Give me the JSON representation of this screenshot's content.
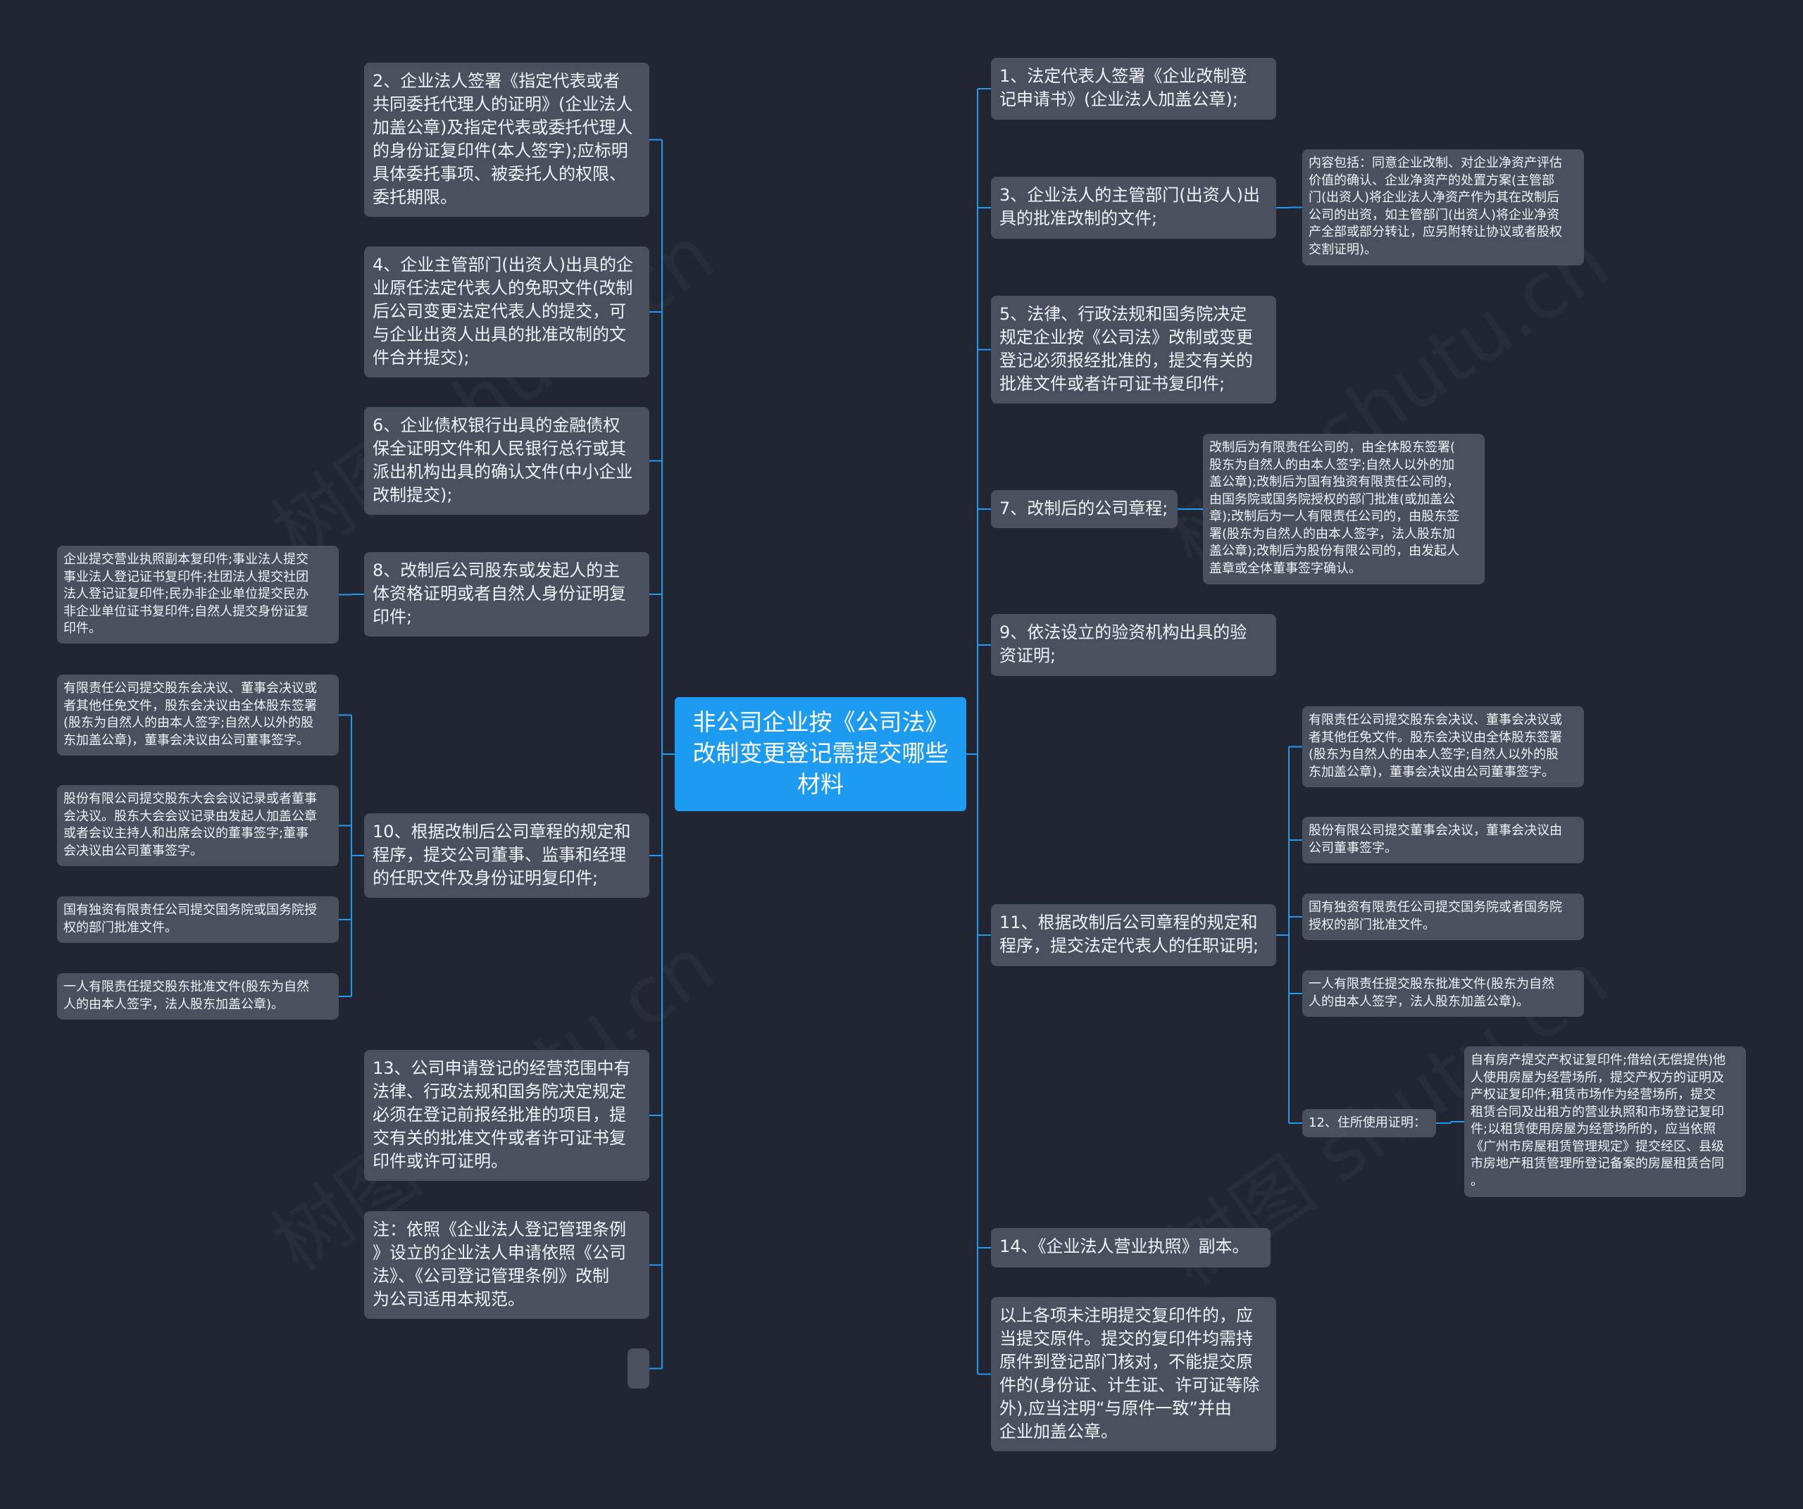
{
  "root": {
    "text": "非公司企业按《公司法》\n改制变更登记需提交哪些\n材料"
  },
  "left": [
    {
      "text": "2、企业法人签署《指定代表或者\n共同委托代理人的证明》(企业法人\n加盖公章)及指定代表或委托代理人\n的身份证复印件(本人签字);应标明\n具体委托事项、被委托人的权限、\n委托期限。",
      "children": []
    },
    {
      "text": "4、企业主管部门(出资人)出具的企\n业原任法定代表人的免职文件(改制\n后公司变更法定代表人的提交，可\n与企业出资人出具的批准改制的文\n件合并提交);",
      "children": []
    },
    {
      "text": "6、企业债权银行出具的金融债权\n保全证明文件和人民银行总行或其\n派出机构出具的确认文件(中小企业\n改制提交);",
      "children": []
    },
    {
      "text": "8、改制后公司股东或发起人的主\n体资格证明或者自然人身份证明复\n印件;",
      "children": [
        {
          "text": "企业提交营业执照副本复印件;事业法人提交\n事业法人登记证书复印件;社团法人提交社团\n法人登记证复印件;民办非企业单位提交民办\n非企业单位证书复印件;自然人提交身份证复\n印件。"
        }
      ]
    },
    {
      "text": "10、根据改制后公司章程的规定和\n程序，提交公司董事、监事和经理\n的任职文件及身份证明复印件;",
      "children": [
        {
          "text": "有限责任公司提交股东会决议、董事会决议或\n者其他任免文件，股东会决议由全体股东签署\n(股东为自然人的由本人签字;自然人以外的股\n东加盖公章)，董事会决议由公司董事签字。"
        },
        {
          "text": "股份有限公司提交股东大会会议记录或者董事\n会决议。股东大会会议记录由发起人加盖公章\n或者会议主持人和出席会议的董事签字;董事\n会决议由公司董事签字。"
        },
        {
          "text": "国有独资有限责任公司提交国务院或国务院授\n权的部门批准文件。"
        },
        {
          "text": "一人有限责任提交股东批准文件(股东为自然\n人的由本人签字，法人股东加盖公章)。"
        }
      ]
    },
    {
      "text": "13、公司申请登记的经营范围中有\n法律、行政法规和国务院决定规定\n必须在登记前报经批准的项目，提\n交有关的批准文件或者许可证书复\n印件或许可证明。",
      "children": []
    },
    {
      "text": "注：依照《企业法人登记管理条例\n》设立的企业法人申请依照《公司\n法》、《公司登记管理条例》改制\n为公司适用本规范。",
      "children": []
    },
    {
      "text": "",
      "children": []
    }
  ],
  "right": [
    {
      "text": "1、法定代表人签署《企业改制登\n记申请书》(企业法人加盖公章);",
      "children": []
    },
    {
      "text": "3、企业法人的主管部门(出资人)出\n具的批准改制的文件;",
      "children": [
        {
          "text": "内容包括：同意企业改制、对企业净资产评估\n价值的确认、企业净资产的处置方案(主管部\n门(出资人)将企业法人净资产作为其在改制后\n公司的出资，如主管部门(出资人)将企业净资\n产全部或部分转让，应另附转让协议或者股权\n交割证明)。"
        }
      ]
    },
    {
      "text": "5、法律、行政法规和国务院决定\n规定企业按《公司法》改制或变更\n登记必须报经批准的，提交有关的\n批准文件或者许可证书复印件;",
      "children": []
    },
    {
      "text": "7、改制后的公司章程;",
      "children": [
        {
          "text": "改制后为有限责任公司的，由全体股东签署(\n股东为自然人的由本人签字;自然人以外的加\n盖公章);改制后为国有独资有限责任公司的，\n由国务院或国务院授权的部门批准(或加盖公\n章);改制后为一人有限责任公司的，由股东签\n署(股东为自然人的由本人签字，法人股东加\n盖公章);改制后为股份有限公司的，由发起人\n盖章或全体董事签字确认。"
        }
      ]
    },
    {
      "text": "9、依法设立的验资机构出具的验\n资证明;",
      "children": []
    },
    {
      "text": "11、根据改制后公司章程的规定和\n程序，提交法定代表人的任职证明;",
      "children": [
        {
          "text": "有限责任公司提交股东会决议、董事会决议或\n者其他任免文件。股东会决议由全体股东签署\n(股东为自然人的由本人签字;自然人以外的股\n东加盖公章)，董事会决议由公司董事签字。"
        },
        {
          "text": "股份有限公司提交董事会决议，董事会决议由\n公司董事签字。"
        },
        {
          "text": "国有独资有限责任公司提交国务院或者国务院\n授权的部门批准文件。"
        },
        {
          "text": "一人有限责任提交股东批准文件(股东为自然\n人的由本人签字，法人股东加盖公章)。"
        },
        {
          "text": "12、住所使用证明：",
          "children": [
            {
              "text": "自有房产提交产权证复印件;借给(无偿提供)他\n人使用房屋为经营场所，提交产权方的证明及\n产权证复印件;租赁市场作为经营场所，提交\n租赁合同及出租方的营业执照和市场登记复印\n件;以租赁使用房屋为经营场所的，应当依照\n《广州市房屋租赁管理规定》提交经区、县级\n市房地产租赁管理所登记备案的房屋租赁合同\n。"
            }
          ]
        }
      ]
    },
    {
      "text": "14、《企业法人营业执照》副本。",
      "children": []
    },
    {
      "text": "以上各项未注明提交复印件的，应\n当提交原件。提交的复印件均需持\n原件到登记部门核对，不能提交原\n件的(身份证、计生证、许可证等除\n外),应当注明“与原件一致”并由\n企业加盖公章。",
      "children": []
    }
  ],
  "colors": {
    "background": "#222633",
    "node": "#4a505e",
    "root": "#1d9bf0",
    "link": "#1d9bf0"
  }
}
